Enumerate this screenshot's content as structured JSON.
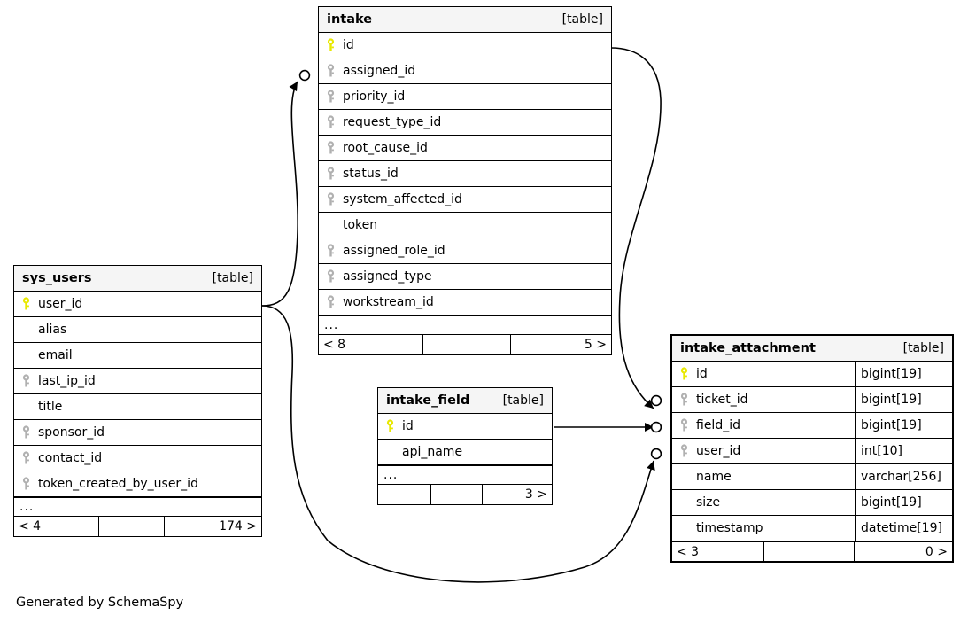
{
  "diagram": {
    "type": "entity-relationship-diagram",
    "generator_caption": "Generated by SchemaSpy",
    "table_tag": "[table]",
    "ellipsis": "...",
    "colors": {
      "background": "#ffffff",
      "table_header_fill": "#f5f5f5",
      "border": "#000000",
      "primary_key_icon": "#e8e800",
      "foreign_key_icon": "#b0b0b0",
      "text": "#000000"
    }
  },
  "tables": {
    "intake": {
      "name": "intake",
      "tag": "[table]",
      "focused": false,
      "has_type_column": false,
      "columns": [
        {
          "name": "id",
          "key": "pk",
          "type": ""
        },
        {
          "name": "assigned_id",
          "key": "fk",
          "type": ""
        },
        {
          "name": "priority_id",
          "key": "fk",
          "type": ""
        },
        {
          "name": "request_type_id",
          "key": "fk",
          "type": ""
        },
        {
          "name": "root_cause_id",
          "key": "fk",
          "type": ""
        },
        {
          "name": "status_id",
          "key": "fk",
          "type": ""
        },
        {
          "name": "system_affected_id",
          "key": "fk",
          "type": ""
        },
        {
          "name": "token",
          "key": "none",
          "type": ""
        },
        {
          "name": "assigned_role_id",
          "key": "fk",
          "type": ""
        },
        {
          "name": "assigned_type",
          "key": "fk",
          "type": ""
        },
        {
          "name": "workstream_id",
          "key": "fk",
          "type": ""
        }
      ],
      "more_indicator": "...",
      "footer": {
        "left": "< 8",
        "middle": "",
        "right": "5 >"
      }
    },
    "sys_users": {
      "name": "sys_users",
      "tag": "[table]",
      "focused": false,
      "has_type_column": false,
      "columns": [
        {
          "name": "user_id",
          "key": "pk",
          "type": ""
        },
        {
          "name": "alias",
          "key": "none",
          "type": ""
        },
        {
          "name": "email",
          "key": "none",
          "type": ""
        },
        {
          "name": "last_ip_id",
          "key": "fk",
          "type": ""
        },
        {
          "name": "title",
          "key": "none",
          "type": ""
        },
        {
          "name": "sponsor_id",
          "key": "fk",
          "type": ""
        },
        {
          "name": "contact_id",
          "key": "fk",
          "type": ""
        },
        {
          "name": "token_created_by_user_id",
          "key": "fk",
          "type": ""
        }
      ],
      "more_indicator": "...",
      "footer": {
        "left": "< 4",
        "middle": "",
        "right": "174 >"
      }
    },
    "intake_field": {
      "name": "intake_field",
      "tag": "[table]",
      "focused": false,
      "has_type_column": false,
      "columns": [
        {
          "name": "id",
          "key": "pk",
          "type": ""
        },
        {
          "name": "api_name",
          "key": "none",
          "type": ""
        }
      ],
      "more_indicator": "...",
      "footer": {
        "left": "",
        "middle": "",
        "right": "3 >"
      }
    },
    "intake_attachment": {
      "name": "intake_attachment",
      "tag": "[table]",
      "focused": true,
      "has_type_column": true,
      "columns": [
        {
          "name": "id",
          "key": "pk",
          "type": "bigint[19]"
        },
        {
          "name": "ticket_id",
          "key": "fk",
          "type": "bigint[19]"
        },
        {
          "name": "field_id",
          "key": "fk",
          "type": "bigint[19]"
        },
        {
          "name": "user_id",
          "key": "fk",
          "type": "int[10]"
        },
        {
          "name": "name",
          "key": "none",
          "type": "varchar[256]"
        },
        {
          "name": "size",
          "key": "none",
          "type": "bigint[19]"
        },
        {
          "name": "timestamp",
          "key": "none",
          "type": "datetime[19]"
        }
      ],
      "more_indicator": "",
      "footer": {
        "left": "< 3",
        "middle": "",
        "right": "0 >"
      }
    }
  },
  "relationships": [
    {
      "from_table": "sys_users",
      "from_column": "user_id",
      "to_table": "intake",
      "to_column": "assigned_id",
      "notation": "zero-or-many"
    },
    {
      "from_table": "sys_users",
      "from_column": "user_id",
      "to_table": "intake_attachment",
      "to_column": "user_id",
      "notation": "zero-or-many"
    },
    {
      "from_table": "intake",
      "from_column": "id",
      "to_table": "intake_attachment",
      "to_column": "ticket_id",
      "notation": "zero-or-many"
    },
    {
      "from_table": "intake_field",
      "from_column": "id",
      "to_table": "intake_attachment",
      "to_column": "field_id",
      "notation": "zero-or-many"
    }
  ]
}
